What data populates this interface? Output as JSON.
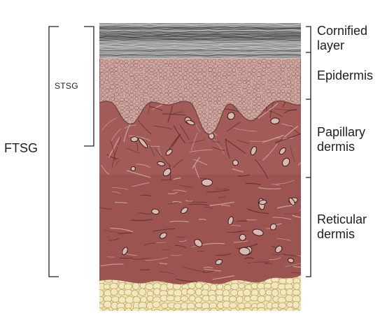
{
  "labels": {
    "ftsg": "FTSG",
    "stsg": "STSG",
    "cornified_line1": "Cornified",
    "cornified_line2": "layer",
    "epidermis": "Epidermis",
    "papillary_line1": "Papillary",
    "papillary_line2": "dermis",
    "reticular_line1": "Reticular",
    "reticular_line2": "dermis"
  },
  "colors": {
    "cornified": "#8f8f8f",
    "epidermis": "#c9a09a",
    "papillary_dermis": "#a8605c",
    "reticular_dermis": "#9c5450",
    "fat": "#efe3b0",
    "bracket": "#222222"
  }
}
